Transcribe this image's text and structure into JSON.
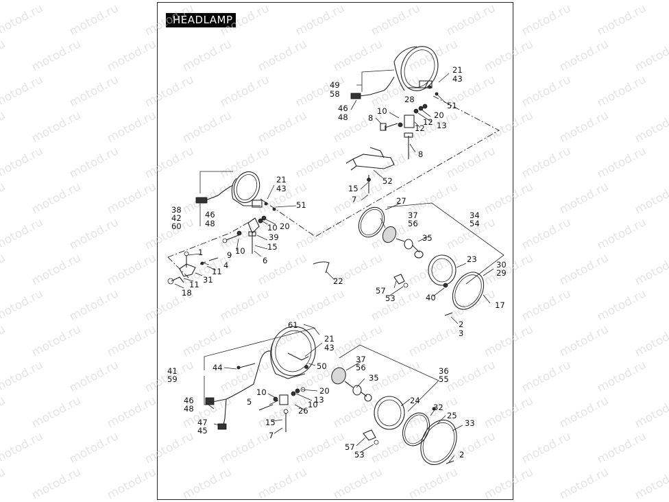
{
  "title": "HEADLAMP",
  "watermark": "motod.ru",
  "callouts": {
    "c49": "49",
    "c58": "58",
    "c21a": "21",
    "c43a": "43",
    "c51a": "51",
    "c46a": "46",
    "c48a": "48",
    "c28": "28",
    "c10a": "10",
    "c8a": "8",
    "c20a": "20",
    "c12a": "12",
    "c13a": "13",
    "c12b": "12",
    "c8b": "8",
    "c52": "52",
    "c15a": "15",
    "c7a": "7",
    "c21b": "21",
    "c43b": "43",
    "c51b": "51",
    "c38": "38",
    "c42": "42",
    "c60": "60",
    "c46b": "46",
    "c48b": "48",
    "c10b": "10",
    "c20b": "20",
    "c39": "39",
    "c9": "9",
    "c10c": "10",
    "c15b": "15",
    "c6": "6",
    "c1": "1",
    "c4": "4",
    "c11a": "11",
    "c31": "31",
    "c11b": "11",
    "c18": "18",
    "c27": "27",
    "c37a": "37",
    "c56a": "56",
    "c34": "34",
    "c54": "54",
    "c35a": "35",
    "c23": "23",
    "c30": "30",
    "c29": "29",
    "c22": "22",
    "c57a": "57",
    "c53a": "53",
    "c40": "40",
    "c17": "17",
    "c2a": "2",
    "c3": "3",
    "c61": "61",
    "c21c": "21",
    "c43c": "43",
    "c50": "50",
    "c44": "44",
    "c41": "41",
    "c59": "59",
    "c37b": "37",
    "c56b": "56",
    "c35b": "35",
    "c36": "36",
    "c55": "55",
    "c10d": "10",
    "c20c": "20",
    "c13b": "13",
    "c5": "5",
    "c10e": "10",
    "c26": "26",
    "c46c": "46",
    "c48c": "48",
    "c24": "24",
    "c15c": "15",
    "c47": "47",
    "c45": "45",
    "c7b": "7",
    "c32": "32",
    "c25": "25",
    "c33": "33",
    "c57b": "57",
    "c53b": "53",
    "c2b": "2"
  }
}
